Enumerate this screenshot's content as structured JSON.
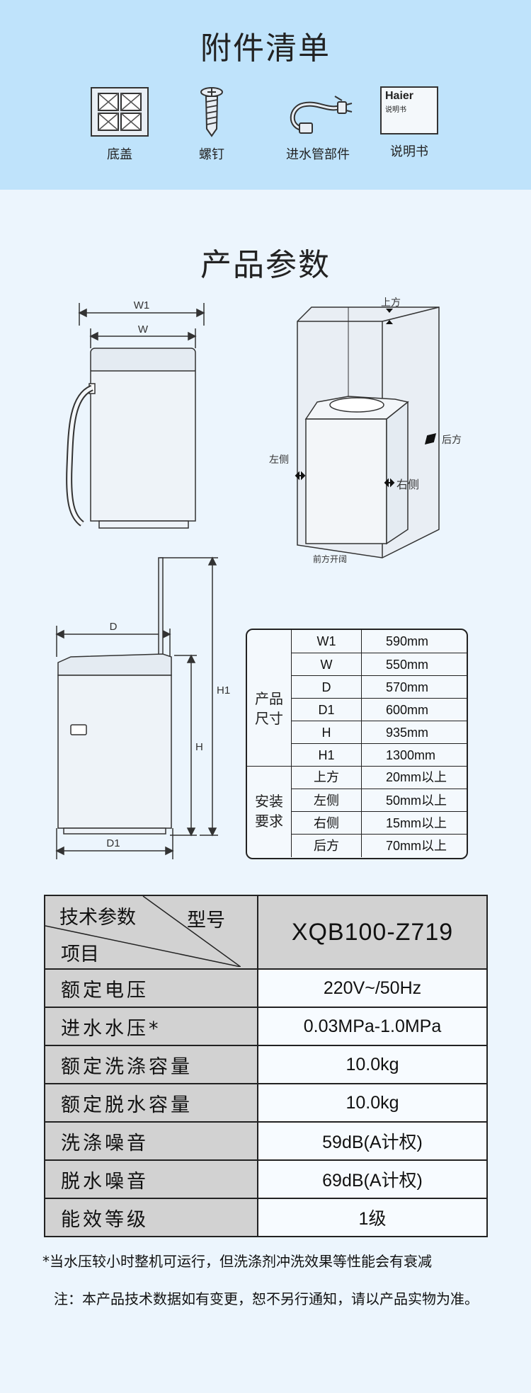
{
  "accessories": {
    "title": "附件清单",
    "items": [
      {
        "label": "底盖",
        "icon": "bottom-cover-icon"
      },
      {
        "label": "螺钉",
        "icon": "screw-icon"
      },
      {
        "label": "进水管部件",
        "icon": "inlet-hose-icon"
      },
      {
        "label": "说明书",
        "icon": "manual-icon",
        "brand": "Haier",
        "caption": "说明书"
      }
    ]
  },
  "params": {
    "title": "产品参数",
    "front_view": {
      "w1": "W1",
      "w": "W"
    },
    "side_view": {
      "d": "D",
      "d1": "D1",
      "h": "H",
      "h1": "H1"
    },
    "install_view": {
      "top": "上方",
      "back": "后方",
      "left": "左侧",
      "right": "右侧",
      "front": "前方开阔"
    },
    "size_table": {
      "group1": "产品\n尺寸",
      "group1_l1": "产品",
      "group1_l2": "尺寸",
      "group2_l1": "安装",
      "group2_l2": "要求",
      "rows1": [
        {
          "k": "W1",
          "v": "590mm"
        },
        {
          "k": "W",
          "v": "550mm"
        },
        {
          "k": "D",
          "v": "570mm"
        },
        {
          "k": "D1",
          "v": "600mm"
        },
        {
          "k": "H",
          "v": "935mm"
        },
        {
          "k": "H1",
          "v": "1300mm"
        }
      ],
      "rows2": [
        {
          "k": "上方",
          "v": "20mm以上"
        },
        {
          "k": "左侧",
          "v": "50mm以上"
        },
        {
          "k": "右侧",
          "v": "15mm以上"
        },
        {
          "k": "后方",
          "v": "70mm以上"
        }
      ]
    }
  },
  "spec": {
    "header_tech": "技术参数",
    "header_model": "型号",
    "header_item": "项目",
    "model": "XQB100-Z719",
    "rows": [
      {
        "k": "额定电压",
        "v": "220V~/50Hz"
      },
      {
        "k": "进水水压*",
        "v": "0.03MPa-1.0MPa"
      },
      {
        "k": "额定洗涤容量",
        "v": "10.0kg"
      },
      {
        "k": "额定脱水容量",
        "v": "10.0kg"
      },
      {
        "k": "洗涤噪音",
        "v": "59dB(A计权)"
      },
      {
        "k": "脱水噪音",
        "v": "69dB(A计权)"
      },
      {
        "k": "能效等级",
        "v": "1级"
      }
    ]
  },
  "notes": {
    "footnote": "*当水压较小时整机可运行，但洗涤剂冲洗效果等性能会有衰减",
    "disclaimer": "注：本产品技术数据如有变更，恕不另行通知，请以产品实物为准。"
  }
}
